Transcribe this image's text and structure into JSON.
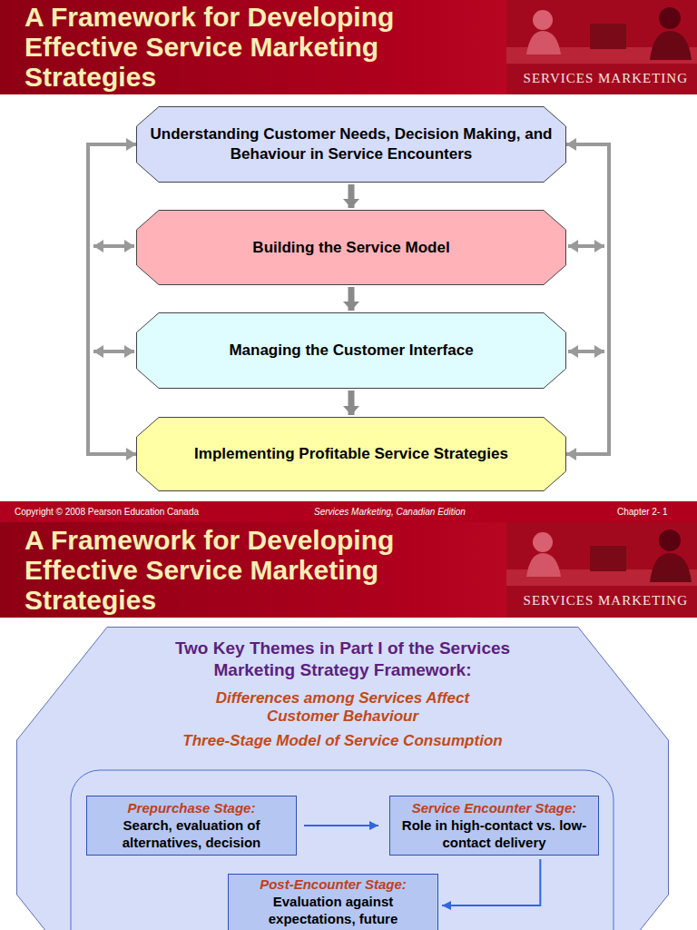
{
  "diagram": {
    "title": "A Framework for Developing Effective Service Marketing Strategies",
    "nodes": [
      {
        "text": [
          "Understanding Customer Needs, Decision Making, and Behaviour in Service Encounters"
        ]
      },
      {
        "text": [
          "Building the Service Model"
        ]
      },
      {
        "text": [
          "Managing the Customer Interface"
        ]
      },
      {
        "text": [
          "Implementing Profitable Service Strategies"
        ]
      },
      {
        "text": [
          "Two Key Themes in Part I of the Services Marketing Strategy Framework:",
          "Differences among Services Affect Customer Behaviour",
          "Three-Stage Model of Service Consumption"
        ]
      },
      {
        "text": [
          "Prepurchase Stage:",
          "Search, evaluation of alternatives, decision"
        ],
        "in": 4
      },
      {
        "text": [
          "Service Encounter Stage:",
          "Role in high-contact vs. low-contact delivery"
        ],
        "in": 4
      },
      {
        "text": [
          "Post-Encounter Stage:",
          "Evaluation against expectations, future"
        ],
        "in": 4
      }
    ],
    "edges": [
      {
        "from": 0,
        "to": 1,
        "arrow": "to"
      },
      {
        "from": 1,
        "to": 2,
        "arrow": "to"
      },
      {
        "from": 2,
        "to": 3,
        "arrow": "to"
      },
      {
        "from": 0,
        "to": 3,
        "arrow": "both"
      },
      {
        "from": 0,
        "to": 3,
        "arrow": "both"
      },
      {
        "from": 5,
        "to": 6,
        "arrow": "to"
      },
      {
        "from": 6,
        "to": 7,
        "arrow": "to"
      }
    ],
    "labels": [
      "SERVICES MARKETING",
      "Copyright © 2008 Pearson Education Canada",
      "Services Marketing, Canadian Edition",
      "Chapter 2- 1",
      "A Framework for Developing Effective Service Marketing Strategies",
      "SERVICES MARKETING"
    ]
  }
}
